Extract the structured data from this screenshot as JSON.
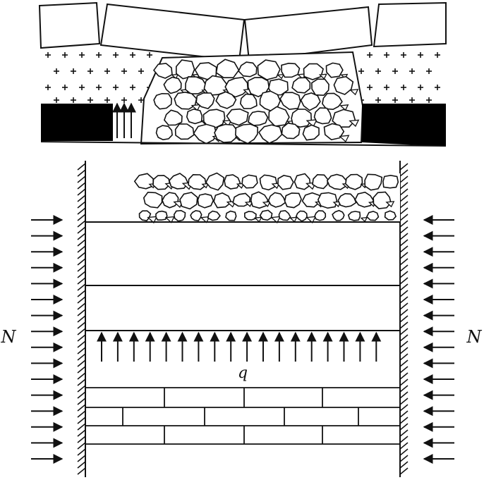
{
  "labels": {
    "left_force": "N",
    "right_force": "N",
    "load": "q"
  },
  "colors": {
    "ink": "#111111",
    "coal": "#000000",
    "background": "#ffffff"
  },
  "icons": {
    "force_arrow": "arrow-icon",
    "load_arrow": "up-arrow-icon",
    "wall_hatch": "hatch-pattern"
  }
}
